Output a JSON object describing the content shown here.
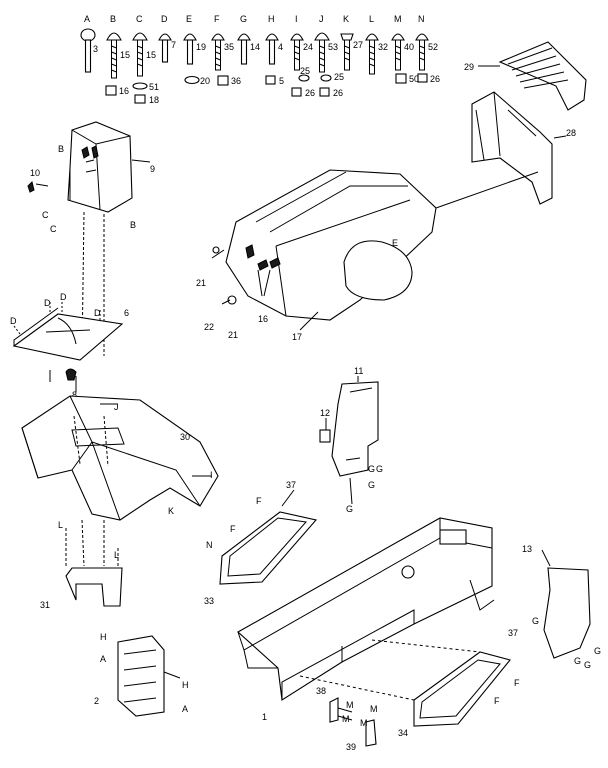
{
  "hardware": {
    "bolts": [
      {
        "letter": "A",
        "num": "3"
      },
      {
        "letter": "B",
        "num": "15"
      },
      {
        "letter": "C",
        "num": "15"
      },
      {
        "letter": "D",
        "num": "7"
      },
      {
        "letter": "E",
        "num": "19"
      },
      {
        "letter": "F",
        "num": "35"
      },
      {
        "letter": "G",
        "num": "14"
      },
      {
        "letter": "H",
        "num": "4"
      },
      {
        "letter": "I",
        "num": "24"
      },
      {
        "letter": "J",
        "num": "53"
      },
      {
        "letter": "K",
        "num": "27"
      },
      {
        "letter": "L",
        "num": "32"
      },
      {
        "letter": "M",
        "num": "40"
      },
      {
        "letter": "N",
        "num": "52"
      }
    ],
    "nuts": [
      "16",
      "51",
      "18",
      "20",
      "36",
      "5",
      "26",
      "25",
      "26",
      "25",
      "50",
      "26"
    ]
  },
  "callouts": [
    "10",
    "9",
    "B",
    "B",
    "C",
    "C",
    "D",
    "D",
    "D",
    "D",
    "6",
    "8",
    "29",
    "28",
    "E",
    "21",
    "21",
    "22",
    "16",
    "17",
    "11",
    "12",
    "G",
    "G",
    "G",
    "G",
    "30",
    "J",
    "I",
    "K",
    "37",
    "F",
    "F",
    "N",
    "33",
    "L",
    "L",
    "31",
    "13",
    "G",
    "G",
    "G",
    "G",
    "H",
    "A",
    "H",
    "A",
    "2",
    "37",
    "F",
    "F",
    "34",
    "1",
    "38",
    "M",
    "M",
    "M",
    "M",
    "39"
  ]
}
